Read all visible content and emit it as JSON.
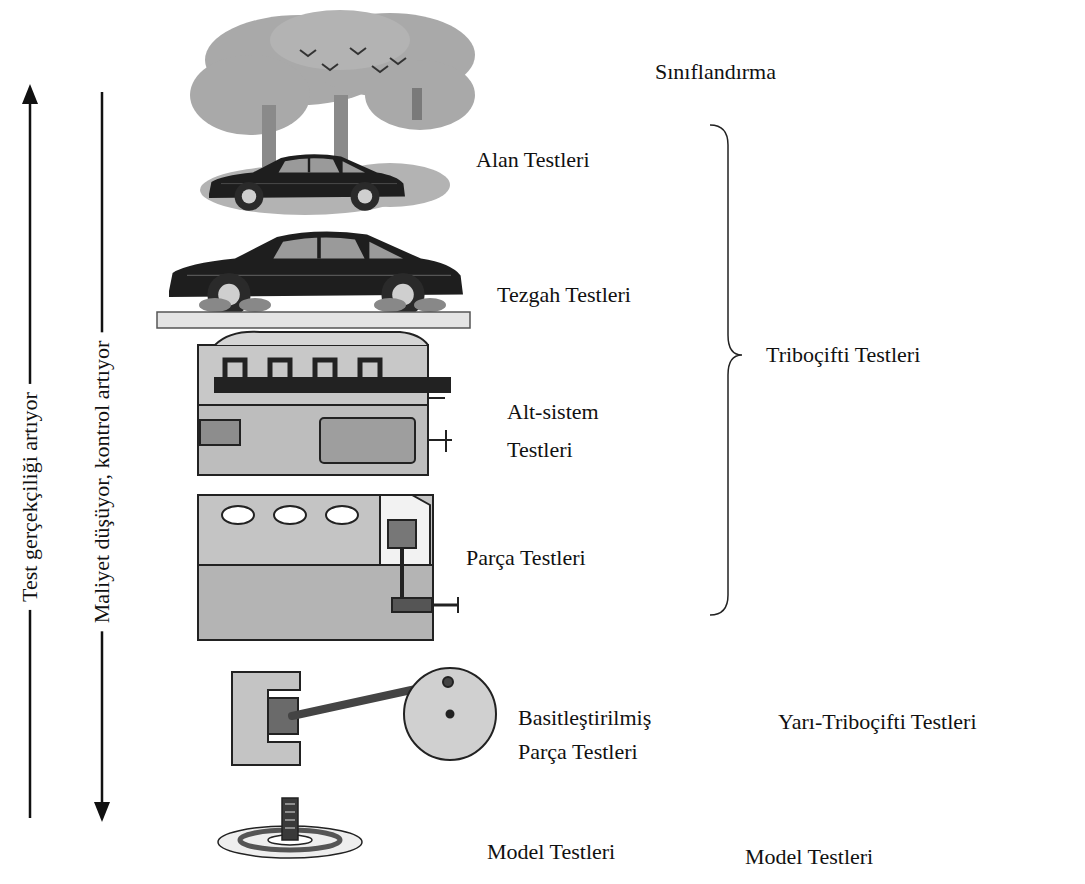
{
  "diagram": {
    "labels": [
      "Sınıflandırma",
      "Test gerçekçiliği artıyor",
      "Maliyet düşüyor, kontrol artıyor",
      "Alan Testleri",
      "Tezgah Testleri",
      "Triboçifti Testleri",
      "Alt-sistem Testleri",
      "Parça Testleri",
      "Basitleştirilmiş Parça Testleri",
      "Yarı-Triboçifti Testleri",
      "Model Testleri",
      "Model Testleri"
    ]
  }
}
